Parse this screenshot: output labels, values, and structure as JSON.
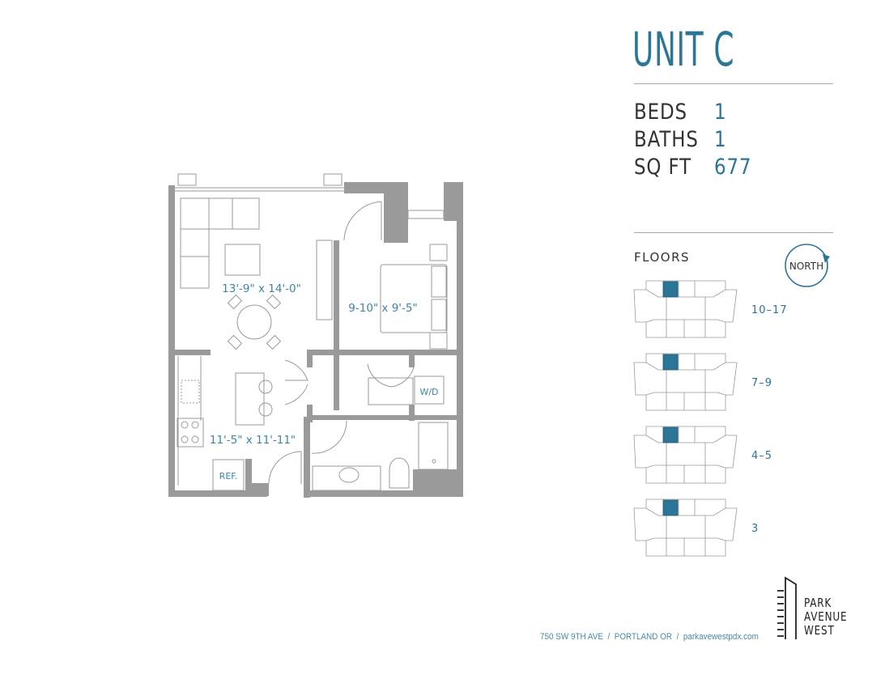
{
  "unit": {
    "title": "UNIT C"
  },
  "stats": [
    {
      "label": "BEDS",
      "value": "1"
    },
    {
      "label": "BATHS",
      "value": "1"
    },
    {
      "label": "SQ FT",
      "value": "677"
    }
  ],
  "floors": {
    "heading": "FLOORS",
    "north_label": "NORTH",
    "levels": [
      "10–17",
      "7–9",
      "4–5",
      "3"
    ]
  },
  "plan": {
    "living_dims": "13'-9\" x 14'-0\"",
    "bedroom_dims": "9-10\" x 9'-5\"",
    "kitchen_dims": "11'-5\" x 11'-11\"",
    "ref_label": "REF.",
    "wd_label": "W/D"
  },
  "footer": {
    "address": "750 SW 9TH AVE",
    "city": "PORTLAND OR",
    "website": "parkavewestpdx.com",
    "separator": "/"
  },
  "logo": {
    "line1": "PARK",
    "line2": "AVENUE",
    "line3": "WEST"
  },
  "colors": {
    "accent": "#2b7596",
    "wall": "#9a9a9a"
  }
}
